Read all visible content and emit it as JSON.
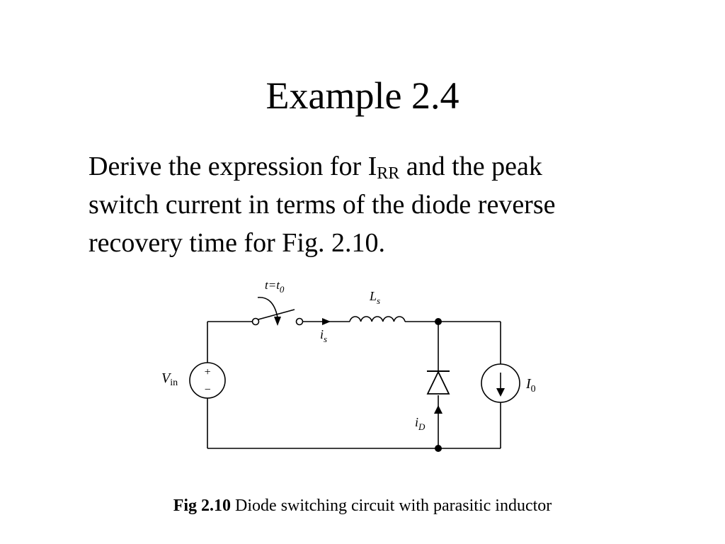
{
  "slide": {
    "title": "Example 2.4",
    "body": {
      "line1_pre": "Derive the expression for I",
      "line1_sub": "RR",
      "line1_post": " and the peak",
      "line2": "switch current in terms of the diode reverse",
      "line3": "recovery time for Fig. 2.10."
    }
  },
  "figure": {
    "labels": {
      "switch_time": "t=t",
      "switch_time_sub": "0",
      "inductor": "L",
      "inductor_sub": "s",
      "switch_current": "i",
      "switch_current_sub": "s",
      "source_voltage": "V",
      "source_voltage_sub": "in",
      "plus": "+",
      "minus": "−",
      "diode_current": "i",
      "diode_current_sub": "D",
      "load_current": "I",
      "load_current_sub": "0"
    },
    "caption_bold": "Fig 2.10",
    "caption_text": " Diode switching circuit with parasitic inductor"
  }
}
